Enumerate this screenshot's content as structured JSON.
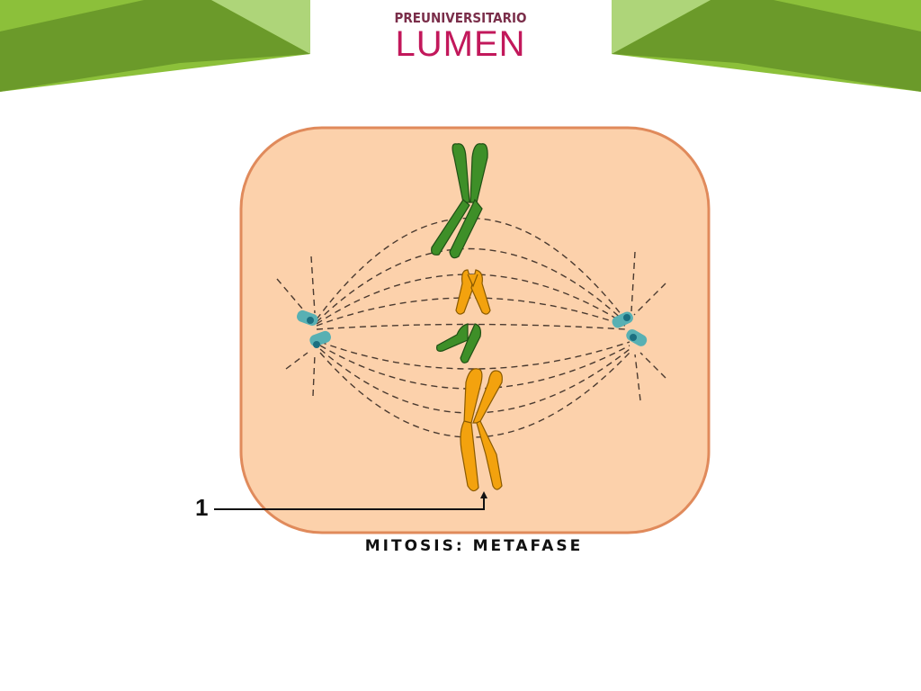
{
  "header": {
    "brand_top": "PREUNIVERSITARIO",
    "brand_name": "LUMEN"
  },
  "diagram": {
    "caption": "MITOSIS: METAFASE",
    "marker_label": "1"
  },
  "colors": {
    "banner_green_dark": "#6b9a2a",
    "banner_green_light": "#8cc03a",
    "cell_fill": "#fcd1ab",
    "cell_border": "#e08a5b",
    "chromosome_green": "#3e8f28",
    "chromosome_orange": "#f3a20e",
    "centrosome": "#4aa0a4"
  }
}
